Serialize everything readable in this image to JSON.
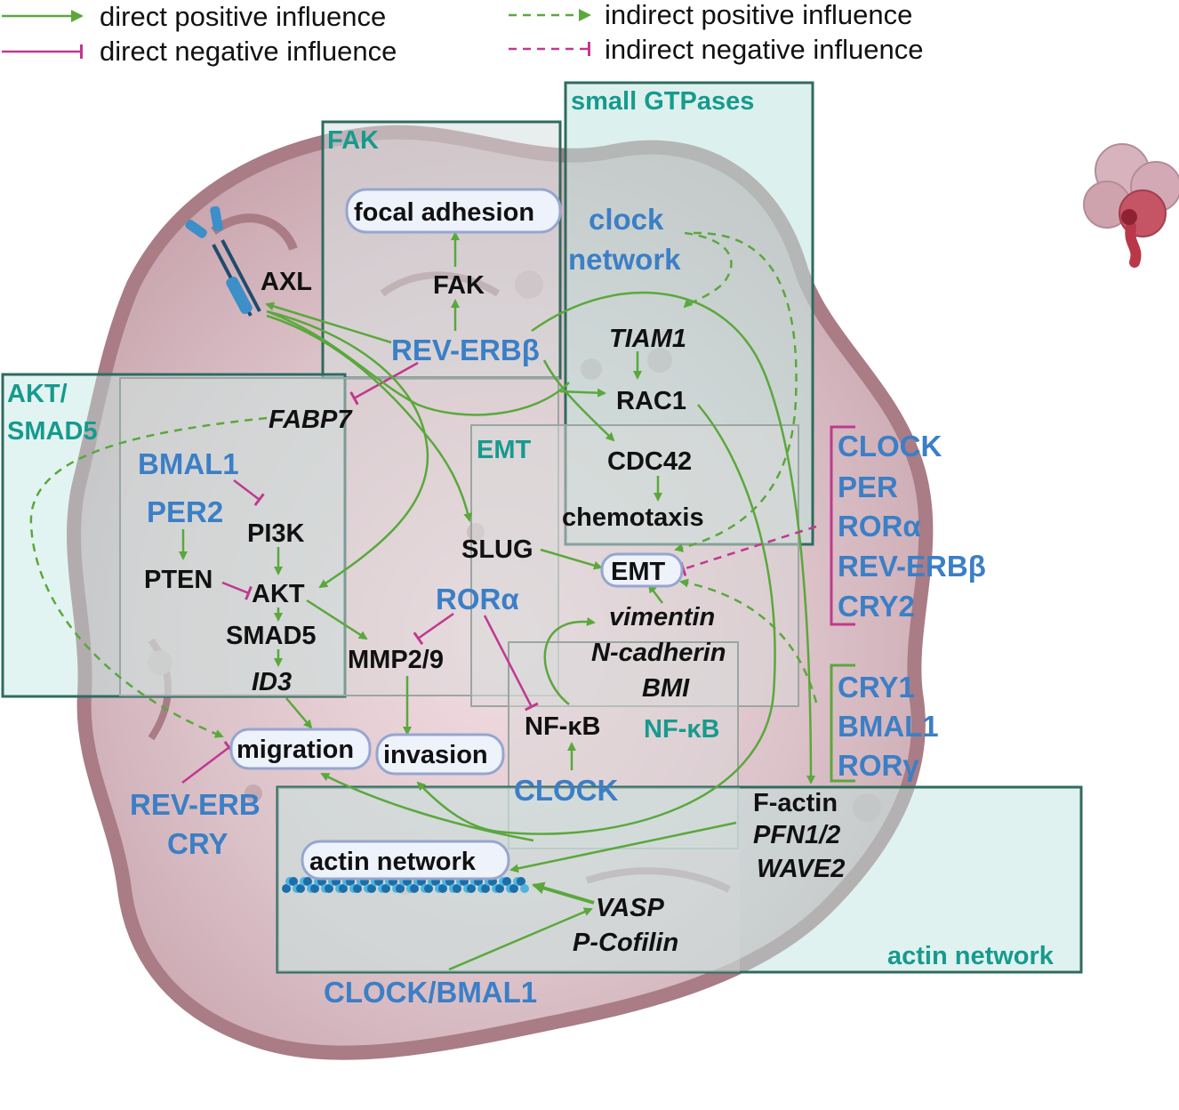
{
  "legend": {
    "direct_positive": "direct positive influence",
    "direct_negative": "direct negative influence",
    "indirect_positive": "indirect positive influence",
    "indirect_negative": "indirect negative influence"
  },
  "colors": {
    "positive": "#5aa83c",
    "negative": "#c0398f",
    "module_fill": "#bfe6df",
    "module_border": "#2f6b5e",
    "clock_text": "#3b7fc6",
    "module_label": "#179a8e"
  },
  "modules": {
    "small_gtpases": "small GTPases",
    "fak": "FAK",
    "akt_smad5_line1": "AKT/",
    "akt_smad5_line2": "SMAD5",
    "emt": "EMT",
    "nfkb": "NF-κB",
    "actin_network": "actin network"
  },
  "nodes": {
    "focal_adhesion": "focal adhesion",
    "fak": "FAK",
    "axl": "AXL",
    "rev_erbb": "REV-ERBβ",
    "clock_network_1": "clock",
    "clock_network_2": "network",
    "tiam1": "TIAM1",
    "rac1": "RAC1",
    "cdc42": "CDC42",
    "chemotaxis": "chemotaxis",
    "fabp7": "FABP7",
    "bmal1": "BMAL1",
    "per2": "PER2",
    "pi3k": "PI3K",
    "pten": "PTEN",
    "akt": "AKT",
    "smad5": "SMAD5",
    "id3": "ID3",
    "mmp2_9": "MMP2/9",
    "slug": "SLUG",
    "emt": "EMT",
    "rora": "RORα",
    "vimentin": "vimentin",
    "n_cadherin": "N-cadherin",
    "bmi": "BMI",
    "nfkb": "NF-κB",
    "clock": "CLOCK",
    "migration": "migration",
    "invasion": "invasion",
    "rev_erb": "REV-ERB",
    "cry": "CRY",
    "actin_network": "actin network",
    "f_actin": "F-actin",
    "pfn1_2": "PFN1/2",
    "wave2": "WAVE2",
    "vasp": "VASP",
    "p_cofilin": "P-Cofilin",
    "clock_bmal1": "CLOCK/BMAL1"
  },
  "negative_group": [
    "CLOCK",
    "PER",
    "RORα",
    "REV-ERBβ",
    "CRY2"
  ],
  "positive_group": [
    "CRY1",
    "BMAL1",
    "RORγ"
  ]
}
